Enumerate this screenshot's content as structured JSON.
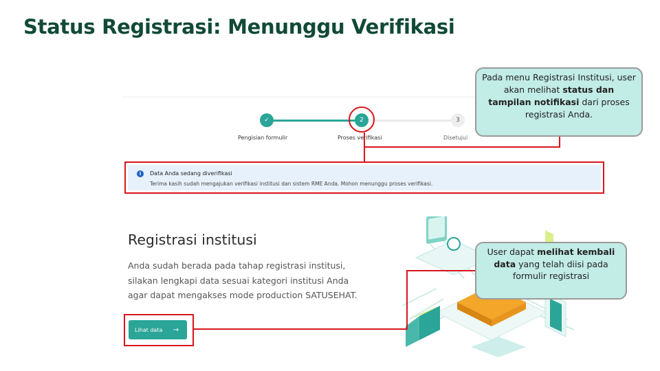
{
  "slide": {
    "title": "Status Registrasi: Menunggu Verifikasi"
  },
  "stepper": {
    "steps": [
      {
        "number": "✓",
        "label": "Pengisian formulir"
      },
      {
        "number": "2",
        "label": "Proses verifikasi"
      },
      {
        "number": "3",
        "label": "Disetujui"
      }
    ],
    "active_step": 2
  },
  "notification": {
    "icon": "info-icon",
    "title": "Data Anda sedang diverifikasi",
    "description": "Terima kasih sudah mengajukan verifikasi institusi dan sistem RME Anda. Mohon menunggu proses verifikasi."
  },
  "registration": {
    "title": "Registrasi institusi",
    "description": "Anda sudah berada pada tahap registrasi institusi, silakan lengkapi data sesuai kategori institusi Anda agar dapat mengakses mode production SATUSEHAT.",
    "button_label": "Lihat data",
    "button_icon": "arrow-right-icon"
  },
  "callouts": {
    "top": {
      "part1": "Pada menu Registrasi Institusi, user akan melihat ",
      "bold": "status dan tampilan notifikasi",
      "part2": " dari proses registrasi Anda."
    },
    "bottom": {
      "part1": "User dapat ",
      "bold": "melihat kembali data",
      "part2": " yang telah diisi pada formulir registrasi"
    }
  },
  "colors": {
    "title": "#114a37",
    "accent": "#2aa597",
    "highlight": "#d8151b",
    "callout_bg": "#c2ece6",
    "info_bg": "#e7f1fb"
  }
}
